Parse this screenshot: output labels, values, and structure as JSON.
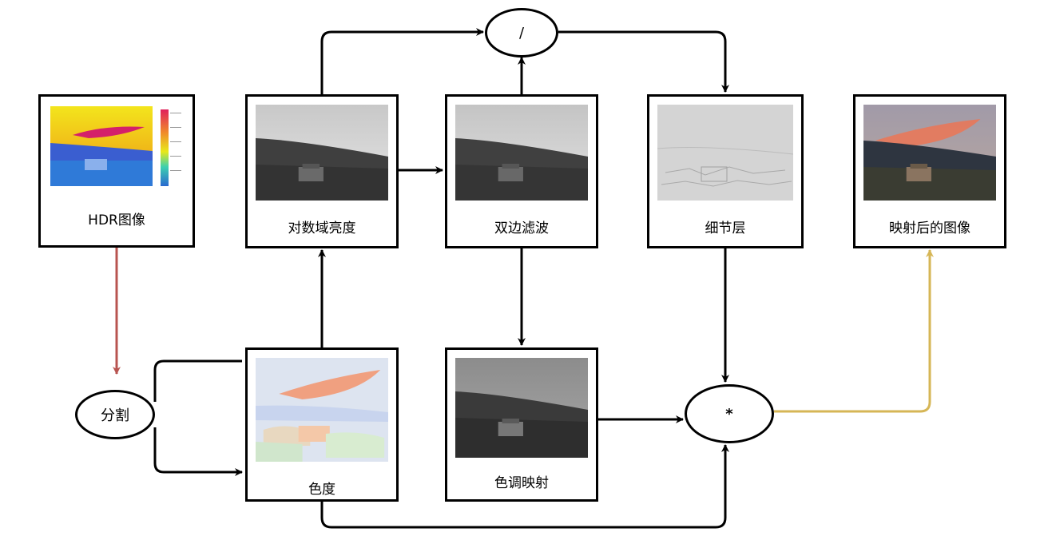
{
  "boxes": {
    "hdr": {
      "label": "HDR图像",
      "icon": "heatmap-image-icon"
    },
    "log_lum": {
      "label": "对数域亮度",
      "icon": "grayscale-photo-icon"
    },
    "bilateral": {
      "label": "双边滤波",
      "icon": "grayscale-photo-icon"
    },
    "detail": {
      "label": "细节层",
      "icon": "detail-layer-image-icon"
    },
    "mapped": {
      "label": "映射后的图像",
      "icon": "color-photo-icon"
    },
    "chroma": {
      "label": "色度",
      "icon": "chroma-image-icon"
    },
    "tonemap": {
      "label": "色调映射",
      "icon": "grayscale-photo-icon"
    }
  },
  "nodes": {
    "divide": {
      "label": "/"
    },
    "split": {
      "label": "分割"
    },
    "multiply": {
      "label": "*"
    }
  },
  "colors": {
    "line": "#000000",
    "split_arrow": "#b85450",
    "output_arrow": "#d6b656"
  }
}
